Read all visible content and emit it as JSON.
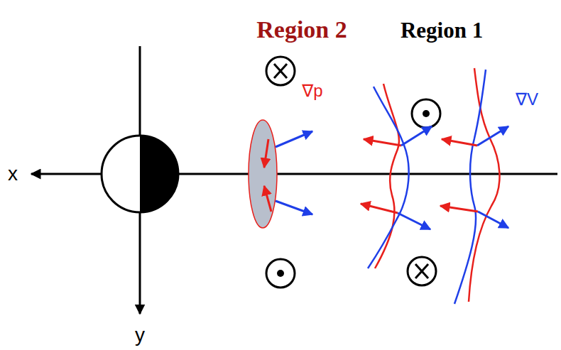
{
  "diagram": {
    "labels": [
      "Region 2",
      "Region 1",
      "x",
      "y",
      "∇p",
      "∇V"
    ]
  }
}
